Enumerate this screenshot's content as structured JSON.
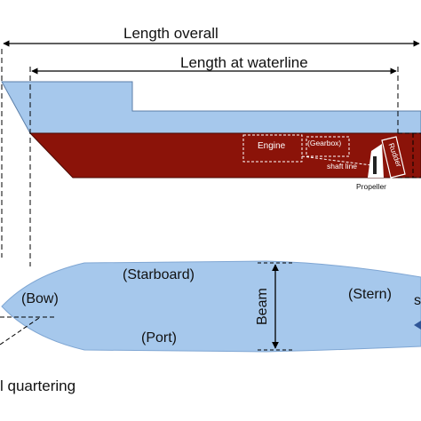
{
  "labels": {
    "length_overall": "Length overall",
    "length_waterline": "Length at waterline",
    "engine": "Engine",
    "gearbox": "(Gearbox)",
    "shaft_line": "shaft line",
    "rudder": "Rudder",
    "propeller": "Propeller",
    "starboard": "(Starboard)",
    "bow": "(Bow)",
    "stern": "(Stern)",
    "port": "(Port)",
    "beam": "Beam",
    "quartering": "l quartering",
    "edge_letter": "s"
  },
  "colors": {
    "hull_above_water": "#a6c8ec",
    "hull_below_water": "#8b1309",
    "plan_fill": "#a6c8ec",
    "outline": "#000000",
    "arrow_blue": "#2f5597"
  }
}
